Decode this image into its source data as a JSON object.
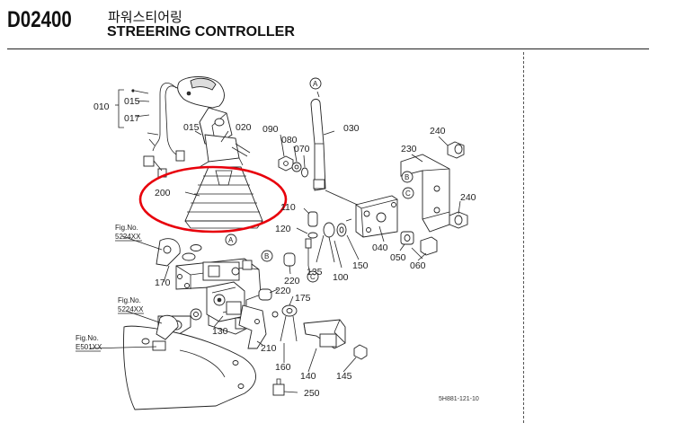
{
  "header": {
    "code": "D02400",
    "title_ko": "파워스티어링",
    "title_en": "STREERING CONTROLLER"
  },
  "callouts": {
    "c010": "010",
    "c015a": "015",
    "c017": "017",
    "c015b": "015",
    "c020": "020",
    "c030": "030",
    "c040": "040",
    "c050": "050",
    "c060": "060",
    "c070": "070",
    "c080": "080",
    "c090": "090",
    "c100": "100",
    "c110": "110",
    "c120": "120",
    "c130": "130",
    "c135": "135",
    "c140": "140",
    "c145": "145",
    "c150": "150",
    "c160": "160",
    "c170": "170",
    "c175": "175",
    "c200": "200",
    "c210": "210",
    "c220a": "220",
    "c220b": "220",
    "c230": "230",
    "c240a": "240",
    "c240b": "240",
    "c250": "250"
  },
  "refs": {
    "A_top": "A",
    "A_bottom": "A",
    "B_left": "B",
    "B_right": "B",
    "C_left": "C",
    "C_right": "C"
  },
  "fig_refs": {
    "f1_label": "Fig.No.",
    "f1_num": "5224XX",
    "f2_label": "Fig.No.",
    "f2_num": "5224XX",
    "f3_label": "Fig.No.",
    "f3_num": "E501XX"
  },
  "drawing_code": "5H881-121-10",
  "highlight_color": "#e8000b"
}
